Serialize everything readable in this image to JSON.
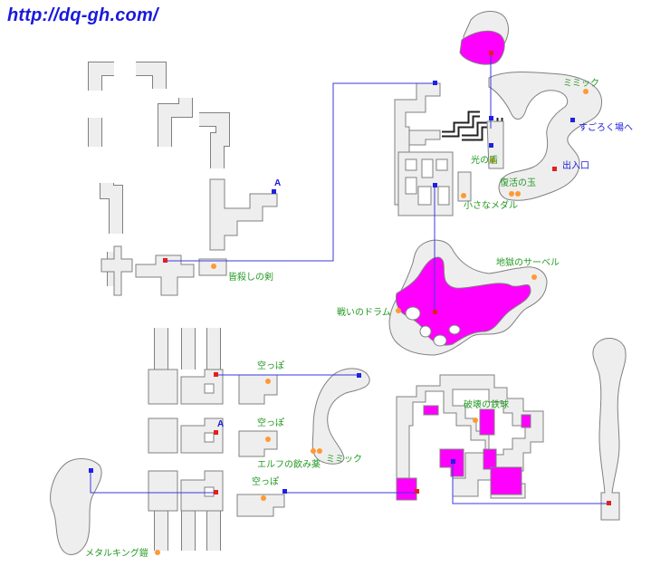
{
  "site_url": "http://dq-gh.com/",
  "colors": {
    "label": "#229922",
    "label_blue": "#1a1adc",
    "treasure": "#ff9933",
    "stairs_up": "#2020e0",
    "stairs_down": "#e02020",
    "pit": "#ff00ff",
    "floor": "#eeeeee"
  },
  "labels": {
    "mimic_top": "ミミック",
    "sugoroku": "すごろく場へ",
    "exit": "出入口",
    "light_shield": "光の盾",
    "orb_of_revival": "復活の玉",
    "small_medal": "小さなメダル",
    "hell_saber": "地獄のサーベル",
    "war_drum": "戦いのドラム",
    "massacre_sword": "皆殺しの剣",
    "iron_ball": "破壊の鉄球",
    "empty_pot_1": "空っぽ",
    "empty_pot_2": "空っぽ",
    "empty_pot_3": "空っぽ",
    "elfin_elixir": "エルフの飲み薬",
    "mimic_bottom": "ミミック",
    "metal_king_armor": "メタルキング鎧",
    "mark_a_top": "A",
    "mark_a_bottom": "A"
  }
}
